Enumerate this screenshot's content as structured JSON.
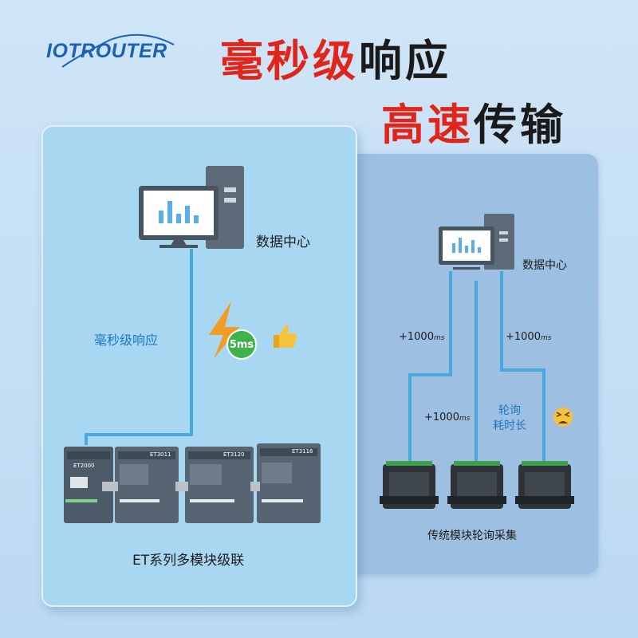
{
  "logo": {
    "text": "IOTROUTER"
  },
  "headline": {
    "line1_red": "毫秒级",
    "line1_dark": "响应",
    "line2_red": "高速",
    "line2_dark": "传输"
  },
  "left_panel": {
    "data_center_label": "数据中心",
    "link_label": "毫秒级响应",
    "latency_badge": "5ms",
    "bottom_label": "ET系列多模块级联",
    "module_ids": [
      "ET2000",
      "ET3011",
      "ET3120",
      "ET3116"
    ]
  },
  "right_panel": {
    "data_center_label": "数据中心",
    "delay_value": "+1000",
    "delay_unit": "ms",
    "poll_label_line1": "轮询",
    "poll_label_line2": "耗时长",
    "bottom_label": "传统模块轮询采集"
  },
  "icons": [
    "thumbs-up-icon",
    "lightning-icon",
    "tired-face-icon",
    "computer-icon"
  ],
  "colors": {
    "headline_red": "#e0251b",
    "link_blue": "#4aa8e0",
    "badge_green": "#3fb24c"
  }
}
